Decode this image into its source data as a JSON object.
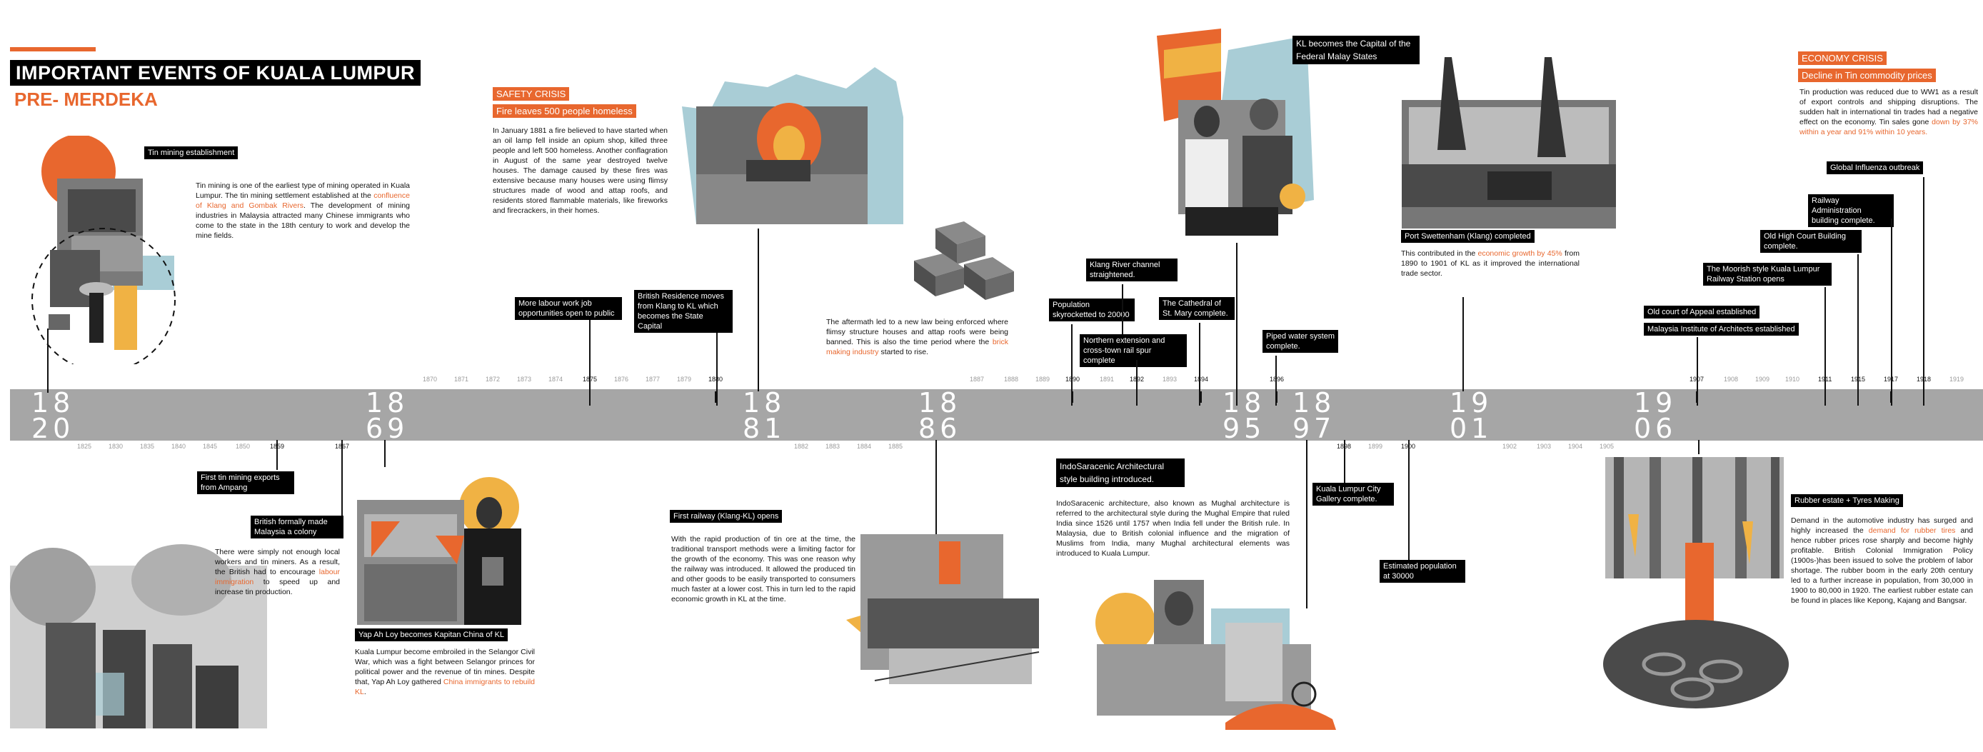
{
  "header": {
    "title": "IMPORTANT EVENTS OF KUALA LUMPUR",
    "subtitle": "PRE- MERDEKA"
  },
  "timeline": {
    "major": [
      {
        "top": "18",
        "bottom": "20"
      },
      {
        "top": "18",
        "bottom": "69"
      },
      {
        "top": "18",
        "bottom": "81"
      },
      {
        "top": "18",
        "bottom": "86"
      },
      {
        "top": "18",
        "bottom": "95"
      },
      {
        "top": "18",
        "bottom": "97"
      },
      {
        "top": "19",
        "bottom": "01"
      },
      {
        "top": "19",
        "bottom": "06"
      }
    ],
    "minor_top": [
      "1870",
      "1871",
      "1872",
      "1873",
      "1874",
      "1875",
      "1876",
      "1877",
      "1879",
      "1880",
      "1887",
      "1888",
      "1889",
      "1890",
      "1891",
      "1892",
      "1893",
      "1894",
      "1896",
      "1907",
      "1908",
      "1909",
      "1910",
      "1911",
      "1915",
      "1917",
      "1918",
      "1919"
    ],
    "minor_bottom": [
      "1825",
      "1830",
      "1835",
      "1840",
      "1845",
      "1850",
      "1859",
      "1867",
      "1882",
      "1883",
      "1884",
      "1885",
      "1898",
      "1899",
      "1900",
      "1902",
      "1903",
      "1904",
      "1905"
    ],
    "highlight_years": [
      "1859",
      "1867",
      "1875",
      "1880",
      "1890",
      "1892",
      "1894",
      "1896",
      "1898",
      "1900",
      "1907",
      "1911",
      "1915",
      "1917",
      "1918"
    ]
  },
  "events": {
    "tin_mining_label": "Tin mining establishment",
    "tin_mining_text_a": "Tin mining is one of the earliest type of mining operated in Kuala Lumpur. The tin mining settlement established at the ",
    "tin_mining_hl": "confluence of Klang and Gombak Rivers",
    "tin_mining_text_b": ". The development of mining industries in Malaysia attracted many Chinese immigrants who come to the state in the 18th century to work and develop the mine fields.",
    "first_tin_exports": "First tin mining exports from Ampang",
    "british_colony": "British formally made Malaysia a colony",
    "labour_text_a": "There were simply not enough local workers and tin miners. As a result, the British had to encourage ",
    "labour_hl": "labour immigration",
    "labour_text_b": " to speed up and increase tin production.",
    "yap_label": "Yap Ah Loy becomes Kapitan China of KL",
    "yap_text_a": "Kuala Lumpur become embroiled in the Selangor Civil War, which was a fight between Selangor princes for political power and the revenue of tin mines. Despite that, Yap Ah Loy gathered ",
    "yap_hl": "China immigrants to rebuild KL",
    "yap_text_b": ".",
    "safety_crisis": "SAFETY CRISIS",
    "fire_label": "Fire leaves 500 people homeless",
    "fire_text": "In January 1881 a fire believed to have started when an oil lamp fell inside an opium shop, killed three people and left 500 homeless. Another conflagration in August of the same year destroyed twelve houses. The damage caused by these fires was extensive because many houses were using flimsy structures made of wood and attap roofs, and residents stored flammable materials, like fireworks and firecrackers, in their homes.",
    "more_labour": "More labour work job opportunities open to public",
    "british_residence": "British Residence moves from Klang to KL which becomes the State Capital",
    "brick_text_a": "The aftermath led to a new law being enforced where flimsy structure houses and attap roofs were being banned. This is also the time period where the ",
    "brick_hl": "brick making industry",
    "brick_text_b": " started to rise.",
    "railway_label": "First railway (Klang-KL) opens",
    "railway_text": "With the rapid production of tin ore at the time, the traditional transport methods were a limiting factor for the growth of the economy. This was one reason why the railway was introduced. It allowed the produced tin and other goods to be easily transported to consumers much faster at a lower cost. This in turn led to the rapid economic growth in KL at the time.",
    "population_20000": "Population skyrocketted to 20000",
    "klang_river": "Klang River channel straightened.",
    "northern_ext": "Northern extension and cross-town rail spur complete",
    "cathedral": "The Cathedral of St. Mary complete.",
    "piped_water": "Piped water system complete.",
    "kl_capital": "KL becomes the Capital of the Federal Malay States",
    "indo_label": "IndoSaracenic Architectural style building introduced.",
    "indo_text": "IndoSaracenic architecture, also known as Mughal architecture is referred to the architectural style during the Mughal Empire that ruled India since 1526 until 1757 when India fell under the British rule. In Malaysia, due to British colonial influence and the migration of Muslims from India, many Mughal architectural elements was introduced to Kuala Lumpur.",
    "gallery": "Kuala Lumpur City Gallery complete.",
    "population_30000": "Estimated population at 30000",
    "port_label": "Port Swettenham (Klang) completed",
    "port_text_a": "This contributed in the ",
    "port_hl": "economic growth by 45%",
    "port_text_b": " from 1890 to 1901 of KL as it improved the international trade sector.",
    "economy_crisis": "ECONOMY CRISIS",
    "tin_decline": "Decline in Tin commodity prices",
    "tin_decline_text_a": "Tin production was reduced due to WW1 as a result of export controls and shipping disruptions. The sudden halt in international tin trades had a negative effect on the economy. Tin sales gone ",
    "tin_decline_hl": "down by 37% within a year and 91% within 10 years.",
    "influenza": "Global Influenza outbreak",
    "railway_admin": "Railway Administration building complete.",
    "old_high_court": "Old High Court Building complete.",
    "moorish": "The Moorish style Kuala Lumpur Railway Station opens",
    "court_appeal": "Old court of Appeal established",
    "architects": "Malaysia Institute of Architects established",
    "rubber_label": "Rubber estate + Tyres Making",
    "rubber_text_a": "Demand in the automotive industry has surged and highly increased the ",
    "rubber_hl": "demand for rubber tires",
    "rubber_text_b": " and hence rubber prices rose sharply and become highly profitable. British Colonial Immigration Policy (1900s-)has been issued to solve the problem of labor shortage. The rubber boom in the early 20th century led to a further increase in population, from 30,000 in 1900 to 80,000 in 1920. The earliest rubber estate can be found in places like Kepong, Kajang and Bangsar."
  },
  "colors": {
    "accent": "#e8672e",
    "band": "#a6a6a6",
    "yellow": "#f0b244",
    "blue": "#a9cdd6"
  }
}
